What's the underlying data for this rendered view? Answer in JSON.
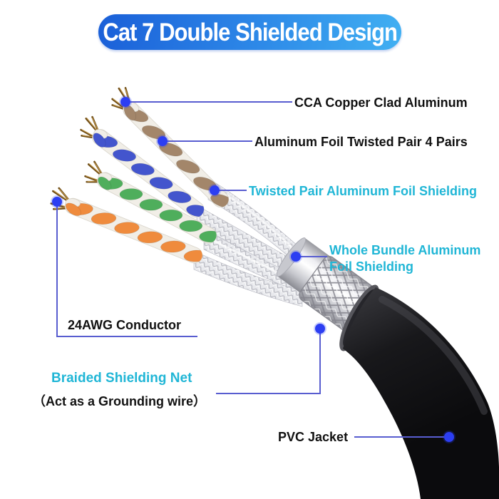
{
  "banner": {
    "title": "Cat 7 Double Shielded Design"
  },
  "labels": {
    "cca": "CCA Copper Clad Aluminum",
    "foil_pairs": "Aluminum Foil Twisted Pair 4 Pairs",
    "twisted_pair_shielding": "Twisted Pair Aluminum Foil Shielding",
    "whole_bundle_line1": "Whole Bundle Aluminum",
    "whole_bundle_line2": "Foil Shielding",
    "conductor": "24AWG Conductor",
    "braided_net": "Braided Shielding Net",
    "braided_note": "（Act as a Grounding wire）",
    "pvc_jacket": "PVC Jacket"
  },
  "colors": {
    "banner_gradient_start": "#1a5fd8",
    "banner_gradient_mid": "#2e8ae8",
    "banner_gradient_end": "#41b0f2",
    "banner_text": "#ffffff",
    "label_text": "#111111",
    "highlight_text": "#20b6d6",
    "leader_line": "#585dd0",
    "leader_dot": "#2c3ef2",
    "wire_orange": "#ef8b3d",
    "wire_green": "#4fae5c",
    "wire_blue": "#4355cd",
    "wire_brown": "#a3866a",
    "wire_white": "#f1eee7",
    "copper_dark": "#6e4c16",
    "copper_light": "#c39a4e",
    "foil_light": "#f0f0f3",
    "foil_dark": "#9fa0a8",
    "jacket": "#141416"
  }
}
